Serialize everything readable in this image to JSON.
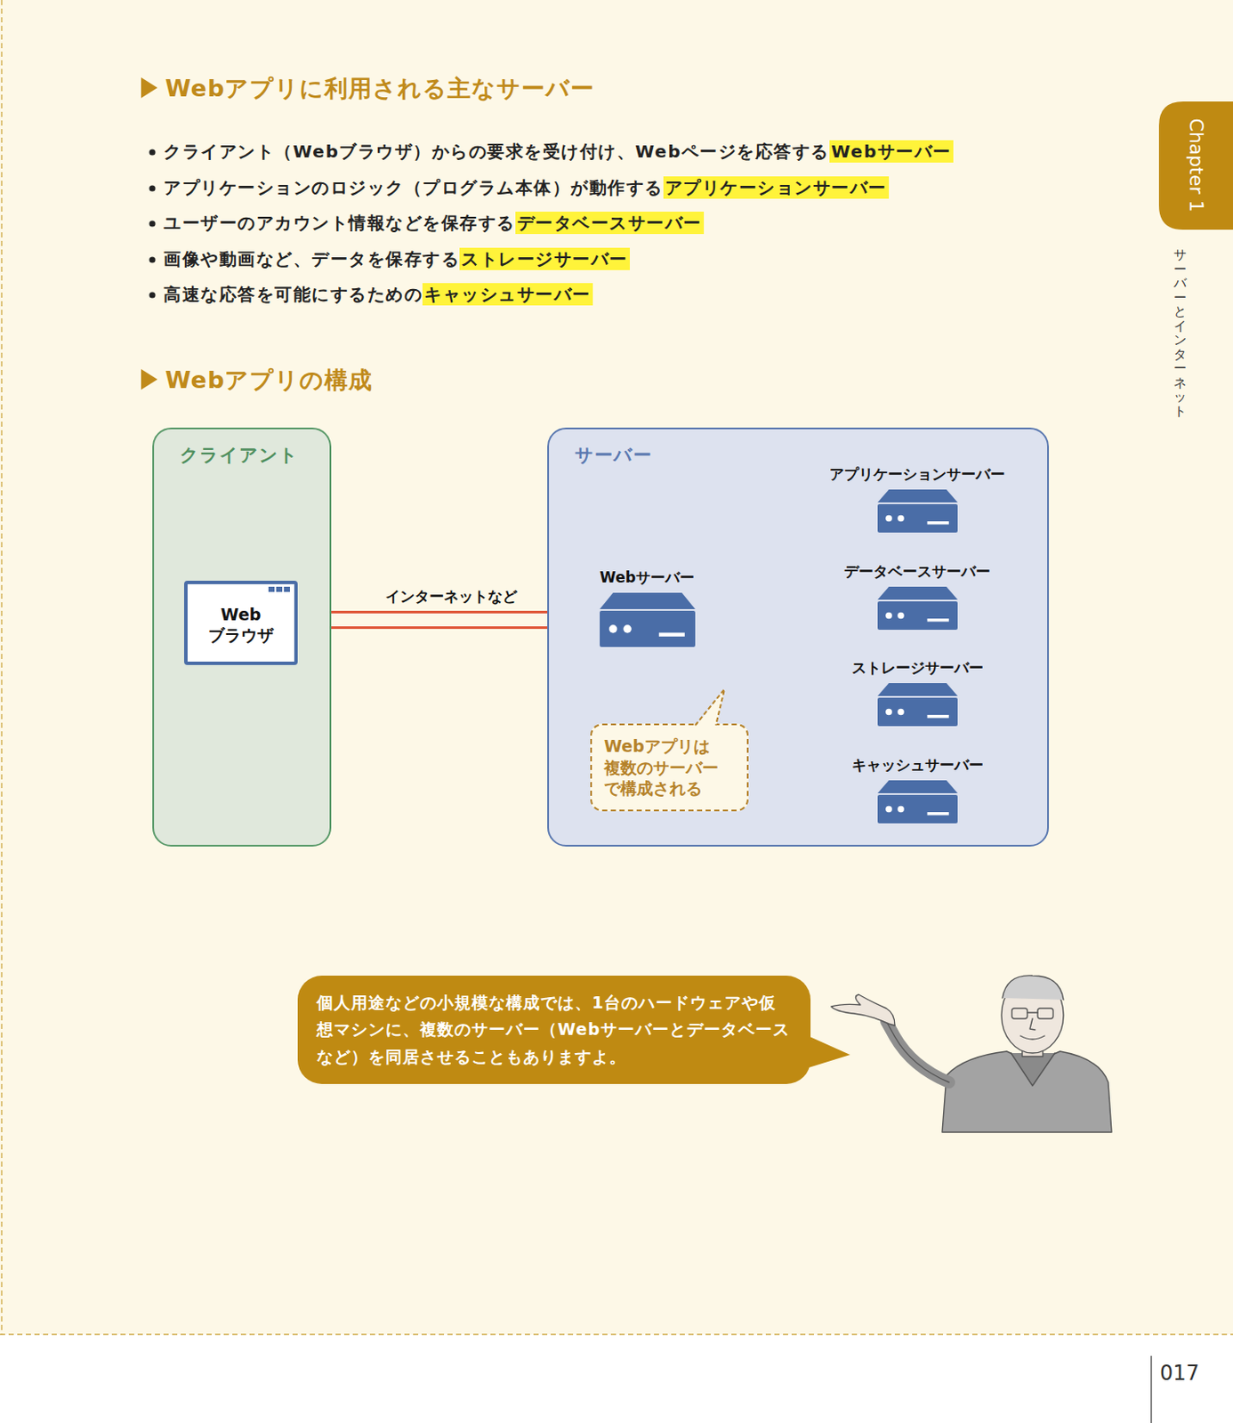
{
  "diagram": {
    "title": "Webアプリの構成",
    "nodes": [
      {
        "text": [
          "クライアント"
        ]
      },
      {
        "text": [
          "Web ブラウザ"
        ],
        "in": 0
      },
      {
        "text": [
          "サーバー"
        ]
      },
      {
        "text": [
          "Webサーバー"
        ],
        "in": 2
      },
      {
        "text": [
          "アプリケーションサーバー"
        ],
        "in": 2
      },
      {
        "text": [
          "データベースサーバー"
        ],
        "in": 2
      },
      {
        "text": [
          "ストレージサーバー"
        ],
        "in": 2
      },
      {
        "text": [
          "キャッシュサーバー"
        ],
        "in": 2
      },
      {
        "text": [
          "Webアプリは 複数のサーバー で構成される"
        ],
        "in": 2
      },
      {
        "text": [
          "個人用途などの小規模な構成では、1台のハードウェアや仮想マシンに、複数のサーバー（Webサーバーとデータベースなど）を同居させることもありますよ。"
        ]
      }
    ],
    "edges": [
      {
        "from": 1,
        "to": 3,
        "arrow": "to",
        "label": "インターネットなど"
      },
      {
        "from": 3,
        "to": 1,
        "arrow": "to"
      },
      {
        "from": 3,
        "to": 4,
        "arrow": "none"
      },
      {
        "from": 3,
        "to": 5,
        "arrow": "none"
      },
      {
        "from": 3,
        "to": 6,
        "arrow": "none"
      },
      {
        "from": 3,
        "to": 7,
        "arrow": "none"
      }
    ],
    "labels": [
      "Webアプリに利用される主なサーバー",
      "クライアント（Webブラウザ）からの要求を受け付け、Webページを応答する",
      "Webサーバー",
      "アプリケーションのロジック（プログラム本体）が動作する",
      "アプリケーションサーバー",
      "ユーザーのアカウント情報などを保存する",
      "データベースサーバー",
      "画像や動画など、データを保存する",
      "ストレージサーバー",
      "高速な応答を可能にするための",
      "キャッシュサーバー",
      "Chapter 1",
      "サーバーとインターネット",
      "017"
    ]
  }
}
